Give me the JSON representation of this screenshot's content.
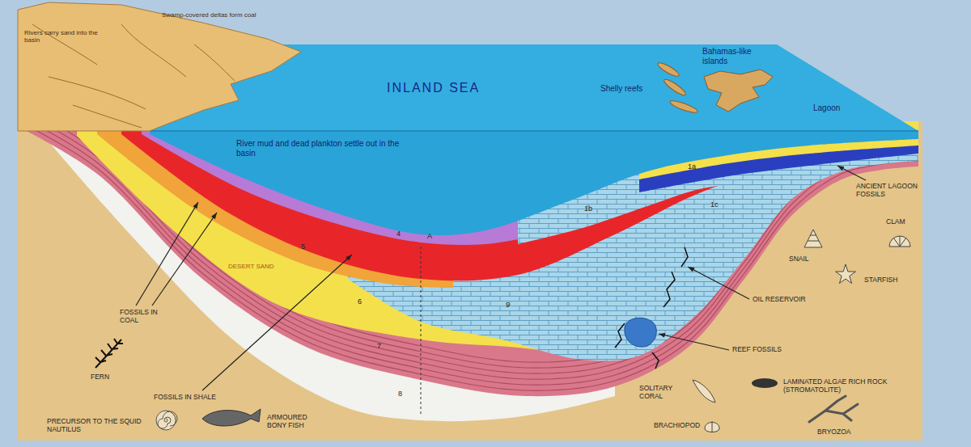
{
  "diagram": {
    "labels": [
      "Swamp-covered deltas form coal",
      "Rivers carry sand into the basin",
      "INLAND SEA",
      "Shelly reefs",
      "Bahamas-like islands",
      "Lagoon",
      "River mud and dead plankton settle out in the basin",
      "4",
      "A",
      "5",
      "6",
      "7",
      "8",
      "9",
      "1a",
      "1b",
      "1c",
      "DESERT SAND",
      "FOSSILS IN COAL",
      "FERN",
      "FOSSILS IN SHALE",
      "PRECURSOR TO THE SQUID NAUTILUS",
      "ARMOURED BONY FISH",
      "OIL RESERVOIR",
      "REEF FOSSILS",
      "SOLITARY CORAL",
      "LAMINATED ALGAE RICH ROCK (STROMATOLITE)",
      "BRACHIOPOD",
      "BRYOZOA",
      "ANCIENT LAGOON FOSSILS",
      "SNAIL",
      "CLAM",
      "STARFISH"
    ]
  }
}
